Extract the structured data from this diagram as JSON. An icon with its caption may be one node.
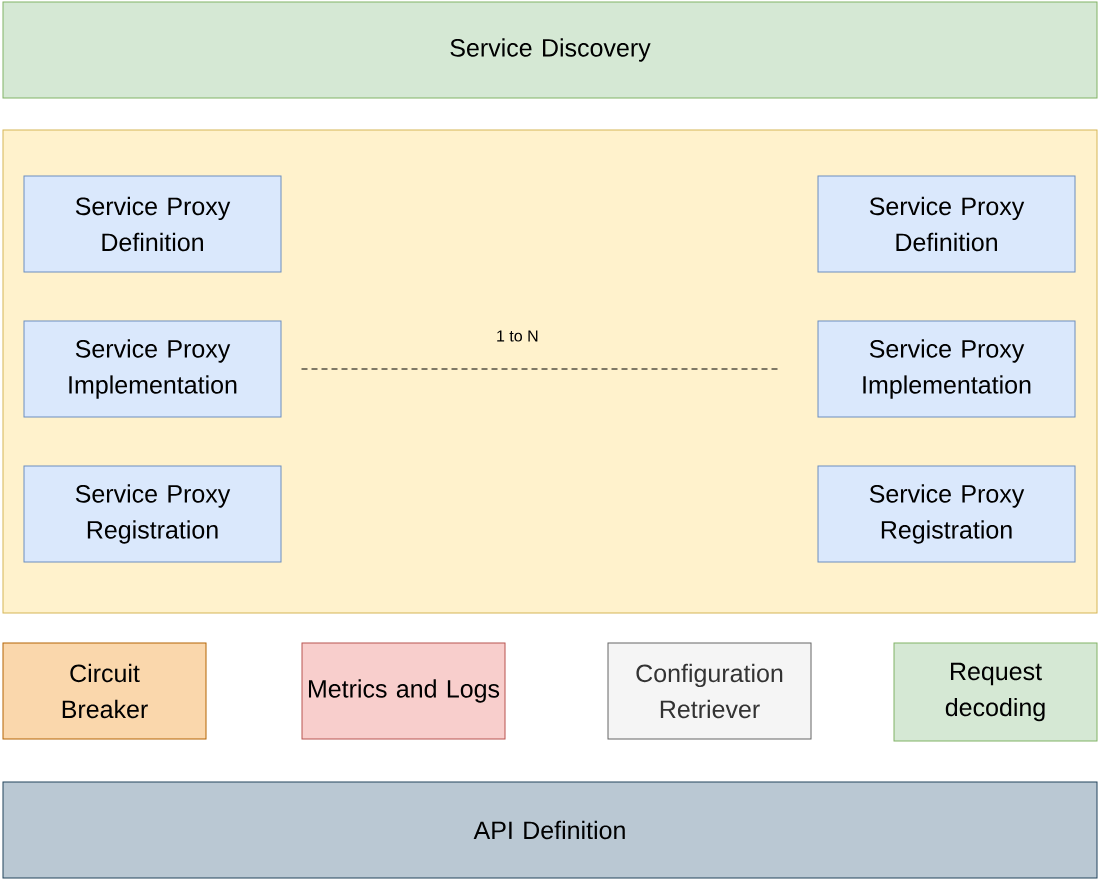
{
  "diagram": {
    "nodes": [
      {
        "text": [
          "Service Discovery"
        ]
      },
      {
        "text": [],
        "shape": "box"
      },
      {
        "text": [
          "Service Proxy Definition"
        ],
        "in": 1
      },
      {
        "text": [
          "Service Proxy Implementation"
        ],
        "in": 1
      },
      {
        "text": [
          "Service Proxy Registration"
        ],
        "in": 1
      },
      {
        "text": [
          "Service Proxy Definition"
        ],
        "in": 1
      },
      {
        "text": [
          "Service Proxy Implementation"
        ],
        "in": 1
      },
      {
        "text": [
          "Service Proxy Registration"
        ],
        "in": 1
      },
      {
        "text": [
          "Circuit Breaker"
        ]
      },
      {
        "text": [
          "Metrics and Logs"
        ]
      },
      {
        "text": [
          "Configuration Retriever"
        ]
      },
      {
        "text": [
          "Request decoding"
        ]
      },
      {
        "text": [
          "API Definition"
        ]
      }
    ],
    "edges": [
      {
        "from": 3,
        "to": 6,
        "arrow": "none",
        "style": "dashed",
        "label": "1 to N"
      }
    ]
  }
}
